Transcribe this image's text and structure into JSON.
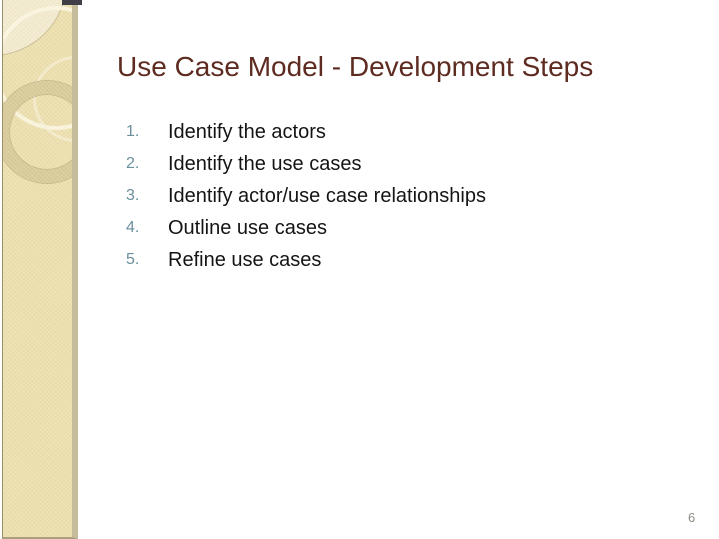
{
  "slide": {
    "title": "Use Case Model - Development Steps",
    "items": [
      {
        "number": "1.",
        "text": "Identify the actors"
      },
      {
        "number": "2.",
        "text": "Identify the use cases"
      },
      {
        "number": "3.",
        "text": "Identify actor/use case relationships"
      },
      {
        "number": "4.",
        "text": "Outline use cases"
      },
      {
        "number": "5.",
        "text": "Refine use cases"
      }
    ],
    "page_number": "6"
  },
  "colors": {
    "title_text": "#5E2B20",
    "list_number": "#6B8F9C",
    "body_text": "#141414",
    "sidebar_fill": "#ECDFAE",
    "sidebar_edge": "#C6BC9B",
    "ring_thick": "#D8CA99",
    "circle_light": "#F3EBD0",
    "top_square": "#403F47",
    "page_number": "#8E8E84"
  }
}
